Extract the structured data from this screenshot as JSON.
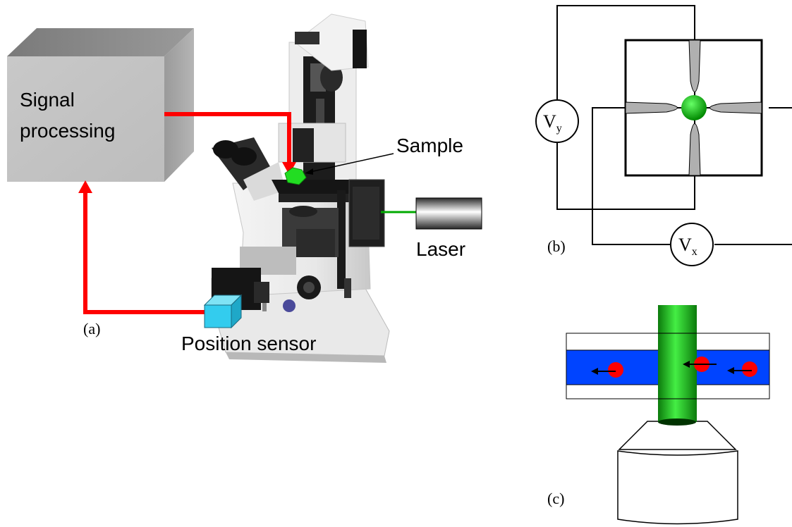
{
  "panel_a": {
    "caption": "(a)",
    "signal_box_line1": "Signal",
    "signal_box_line2": "processing",
    "sample_label": "Sample",
    "laser_label": "Laser",
    "sensor_label": "Position sensor"
  },
  "panel_b": {
    "caption": "(b)",
    "vy_main": "V",
    "vy_sub": "y",
    "vx_main": "V",
    "vx_sub": "x"
  },
  "panel_c": {
    "caption": "(c)"
  },
  "colors": {
    "signal_arrow": "#ff0000",
    "laser_beam": "#00aa00",
    "sample": "#22dd22",
    "sensor": "#33ccee",
    "channel": "#0044ff",
    "particle": "#ff0000",
    "beam": "#22cc22",
    "electrode": "#b0b0b0"
  }
}
